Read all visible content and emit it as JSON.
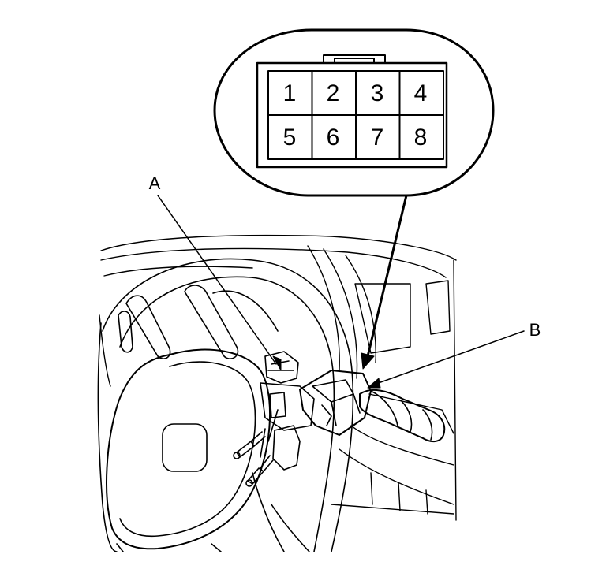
{
  "connector": {
    "pins": [
      {
        "number": "1"
      },
      {
        "number": "2"
      },
      {
        "number": "3"
      },
      {
        "number": "4"
      },
      {
        "number": "5"
      },
      {
        "number": "6"
      },
      {
        "number": "7"
      },
      {
        "number": "8"
      }
    ]
  },
  "callouts": {
    "a_label": "A",
    "b_label": "B"
  },
  "style": {
    "line_color": "#000000",
    "background": "#ffffff"
  }
}
